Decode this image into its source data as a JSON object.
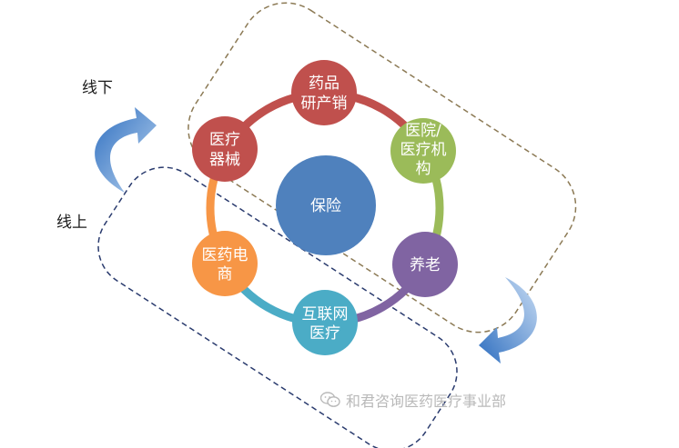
{
  "labels": {
    "offline": "线下",
    "online": "线上"
  },
  "center": {
    "text": "保险",
    "color": "#4f81bd"
  },
  "nodes": [
    {
      "id": "pharma",
      "lines": [
        "药品",
        "研产销"
      ],
      "color": "#c0504d"
    },
    {
      "id": "hospital",
      "lines": [
        "医院/",
        "医疗机",
        "构"
      ],
      "color": "#9bbb59"
    },
    {
      "id": "elderly",
      "lines": [
        "养老"
      ],
      "color": "#8064a2"
    },
    {
      "id": "internet",
      "lines": [
        "互联网",
        "医疗"
      ],
      "color": "#4bacc6"
    },
    {
      "id": "ecommerce",
      "lines": [
        "医药电",
        "商"
      ],
      "color": "#f79646"
    },
    {
      "id": "devices",
      "lines": [
        "医疗",
        "器械"
      ],
      "color": "#c0504d"
    }
  ],
  "ring_segments": [
    "#c0504d",
    "#9bbb59",
    "#8064a2",
    "#4bacc6",
    "#f79646",
    "#c0504d"
  ],
  "watermark": {
    "text": "和君咨询医药医疗事业部",
    "icon": "wechat-icon"
  }
}
